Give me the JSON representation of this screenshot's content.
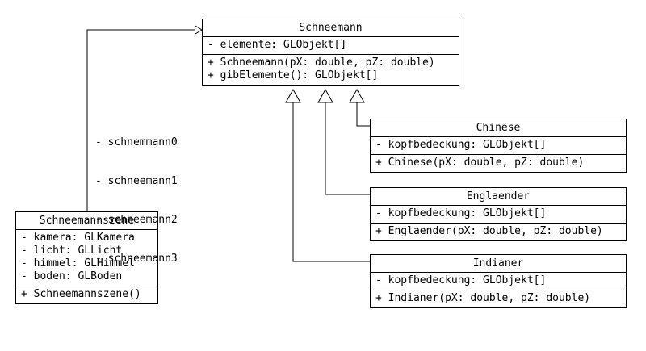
{
  "classes": {
    "schneemann": {
      "name": "Schneemann",
      "attributes": [
        "- elemente: GLObjekt[]"
      ],
      "methods": [
        "+ Schneemann(pX: double, pZ: double)",
        "+ gibElemente(): GLObjekt[]"
      ]
    },
    "chinese": {
      "name": "Chinese",
      "attributes": [
        "- kopfbedeckung: GLObjekt[]"
      ],
      "methods": [
        "+ Chinese(pX: double, pZ: double)"
      ]
    },
    "englaender": {
      "name": "Englaender",
      "attributes": [
        "- kopfbedeckung: GLObjekt[]"
      ],
      "methods": [
        "+ Englaender(pX: double, pZ: double)"
      ]
    },
    "indianer": {
      "name": "Indianer",
      "attributes": [
        "- kopfbedeckung: GLObjekt[]"
      ],
      "methods": [
        "+ Indianer(pX: double, pZ: double)"
      ]
    },
    "schneemannszene": {
      "name": "Schneemannszene",
      "attributes": [
        "- kamera: GLKamera",
        "- licht: GLLicht",
        "- himmel: GLHimmel",
        "- boden: GLBoden"
      ],
      "methods": [
        "+ Schneemannszene()"
      ]
    }
  },
  "association": {
    "roles": [
      "- schnemmann0",
      "- schneemann1",
      "- schneemann2",
      "- schneemann3"
    ]
  }
}
